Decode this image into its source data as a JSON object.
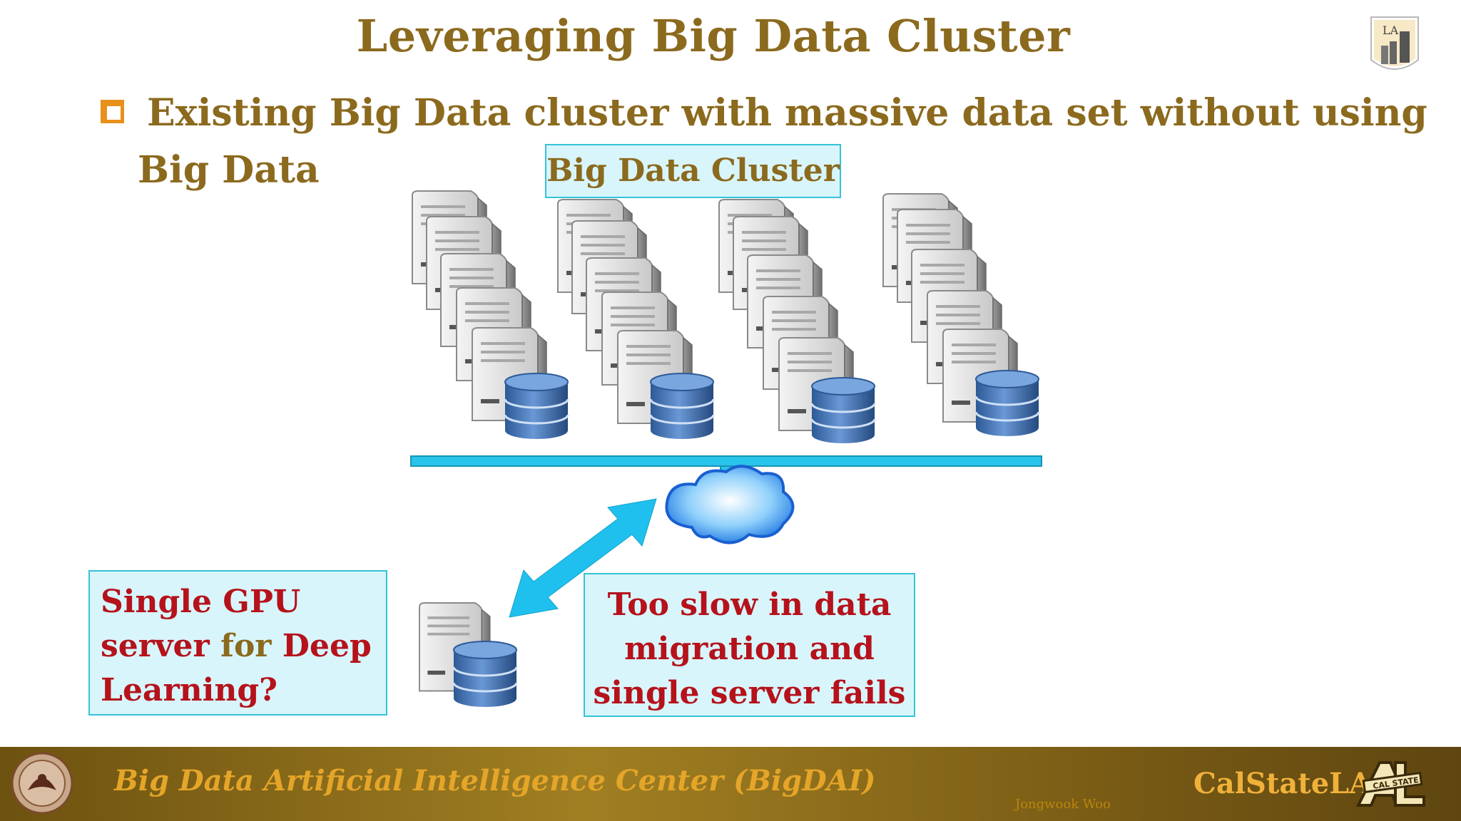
{
  "slide": {
    "title": "Leveraging Big Data Cluster",
    "bullet": {
      "line1": "Existing Big Data cluster with massive data set without using",
      "line2": "Big Data"
    },
    "cluster_label": "Big Data Cluster",
    "callout_left": {
      "line1": "Single GPU",
      "line2_pre": "server ",
      "line2_for": "for",
      "line2_post": " Deep",
      "line3": "Learning?"
    },
    "callout_right": {
      "line1": "Too slow in data",
      "line2": "migration and",
      "line3": "single server fails"
    }
  },
  "footer": {
    "center_name": "Big Data Artificial Intelligence Center (BigDAI)",
    "author": "Jongwook Woo",
    "brand": "CalStateLA",
    "logo_text": "CAL STATE"
  },
  "logos": {
    "top_right": "LA"
  },
  "colors": {
    "title": "#8b6a1e",
    "bullet_box": "#e8901c",
    "callout_text": "#b5121b",
    "callout_fill": "#d8f5fb",
    "network_bus": "#29c4ea",
    "footer_bar": "#8a6b18"
  }
}
